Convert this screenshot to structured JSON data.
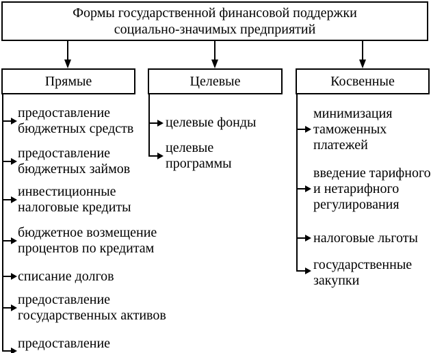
{
  "title": {
    "text": "Формы государственной финансовой поддержки\nсоциально-значимых предприятий"
  },
  "columns": [
    {
      "header": "Прямые",
      "items": [
        "предоставление\nбюджетных средств",
        "предоставление\nбюджетных займов",
        "инвестиционные\nналоговые кредиты",
        "бюджетное возмещение\nпроцентов по кредитам",
        "списание долгов",
        "предоставление\nгосударственных активов",
        "предоставление"
      ]
    },
    {
      "header": "Целевые",
      "items": [
        "целевые фонды",
        "целевые\nпрограммы"
      ]
    },
    {
      "header": "Косвенные",
      "items": [
        "минимизация\nтаможенных\nплатежей",
        "введение тарифного\nи нетарифного\nрегулирования",
        "налоговые льготы",
        "государственные\nзакупки"
      ]
    }
  ]
}
